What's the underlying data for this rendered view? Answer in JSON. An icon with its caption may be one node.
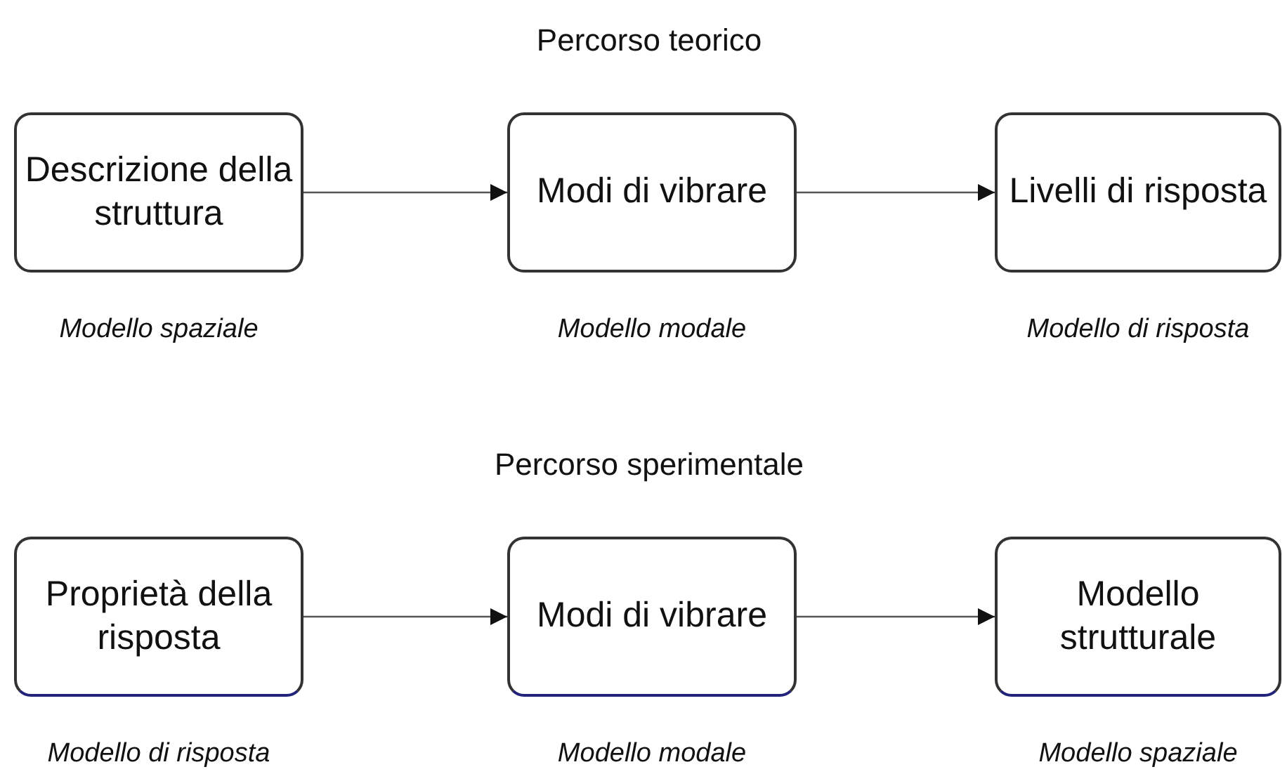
{
  "diagram": {
    "nodes": [
      {
        "text": [
          "Descrizione della struttura"
        ],
        "beside": [
          "Modello spaziale"
        ]
      },
      {
        "text": [
          "Modi di vibrare"
        ],
        "beside": [
          "Modello modale"
        ]
      },
      {
        "text": [
          "Livelli di risposta"
        ],
        "beside": [
          "Modello di risposta"
        ]
      },
      {
        "text": [
          "Proprietà della risposta"
        ],
        "beside": [
          "Modello di risposta"
        ]
      },
      {
        "text": [
          "Modi di vibrare"
        ],
        "beside": [
          "Modello modale"
        ]
      },
      {
        "text": [
          "Modello strutturale"
        ],
        "beside": [
          "Modello spaziale"
        ]
      }
    ],
    "edges": [
      {
        "from": 0,
        "to": 1,
        "arrow": "to"
      },
      {
        "from": 1,
        "to": 2,
        "arrow": "to"
      },
      {
        "from": 3,
        "to": 4,
        "arrow": "to"
      },
      {
        "from": 4,
        "to": 5,
        "arrow": "to"
      }
    ],
    "labels": [
      "Percorso teorico",
      "Percorso sperimentale"
    ]
  }
}
